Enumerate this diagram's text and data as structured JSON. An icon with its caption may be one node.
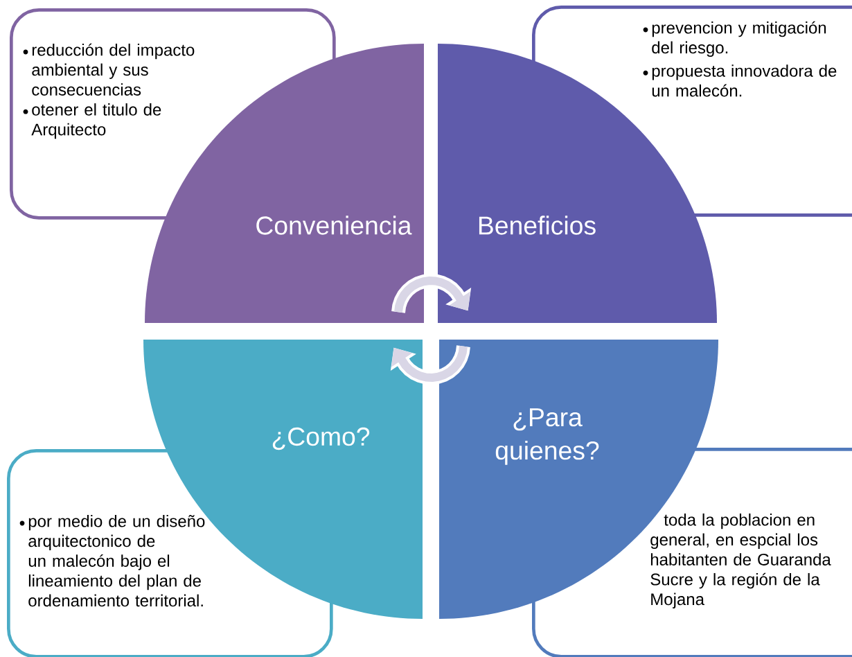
{
  "diagram": {
    "nodes": [
      {
        "text": [
          "reducción del impacto ambiental y sus consecuencias",
          "otener el titulo de Arquitecto"
        ]
      },
      {
        "text": [
          "prevencion y mitigación del riesgo.",
          "propuesta innovadora de un malecón."
        ]
      },
      {
        "text": [
          "Conveniencia"
        ]
      },
      {
        "text": [
          "Beneficios"
        ]
      },
      {
        "text": [
          "¿Como?"
        ]
      },
      {
        "text": [
          "¿Para quienes?"
        ]
      },
      {
        "text": [
          "por medio de un diseño arquitectonico de un malecón bajo el lineamiento del plan de ordenamiento territorial."
        ]
      },
      {
        "text": [
          "toda la poblacion en general, en espcial los habitanten de Guaranda Sucre y la región de la Mojana"
        ]
      }
    ],
    "edges": [
      {
        "from": 2,
        "to": 3,
        "arrow": "to"
      },
      {
        "from": 5,
        "to": 4,
        "arrow": "to"
      }
    ]
  }
}
